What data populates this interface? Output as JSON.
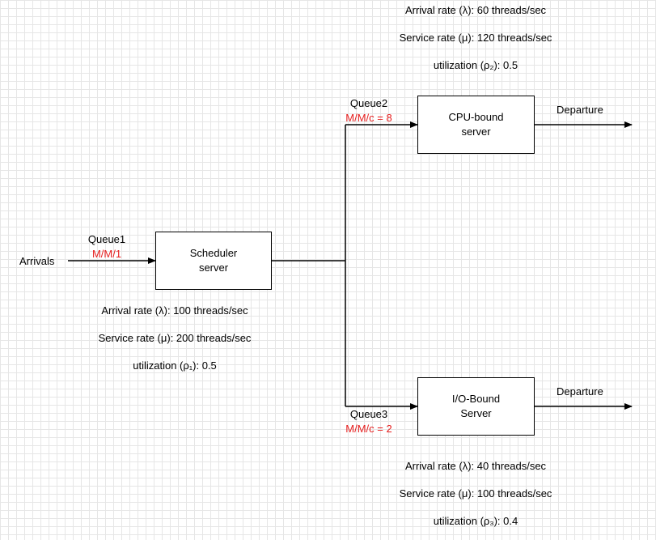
{
  "arrivals": "Arrivals",
  "queue1": {
    "name": "Queue1",
    "model": "M/M/1"
  },
  "queue2": {
    "name": "Queue2",
    "model": "M/M/c = 8"
  },
  "queue3": {
    "name": "Queue3",
    "model": "M/M/c = 2"
  },
  "scheduler": {
    "line1": "Scheduler",
    "line2": "server"
  },
  "cpu": {
    "line1": "CPU-bound",
    "line2": "server"
  },
  "io": {
    "line1": "I/O-Bound",
    "line2": "Server"
  },
  "departure_cpu": "Departure",
  "departure_io": "Departure",
  "scheduler_stats": {
    "arrival": "Arrival rate (λ): 100 threads/sec",
    "service": "Service rate (μ): 200 threads/sec",
    "utilization": "utilization (ρ₁): 0.5"
  },
  "cpu_stats": {
    "arrival": "Arrival rate (λ): 60 threads/sec",
    "service": "Service rate (μ): 120 threads/sec",
    "utilization": "utilization (ρ₂): 0.5"
  },
  "io_stats": {
    "arrival": "Arrival rate (λ): 40 threads/sec",
    "service": "Service rate (μ): 100 threads/sec",
    "utilization": "utilization (ρ₃): 0.4"
  },
  "colors": {
    "queue_model": "#e61e1e",
    "line": "#000000",
    "grid": "#e6e6e6"
  }
}
